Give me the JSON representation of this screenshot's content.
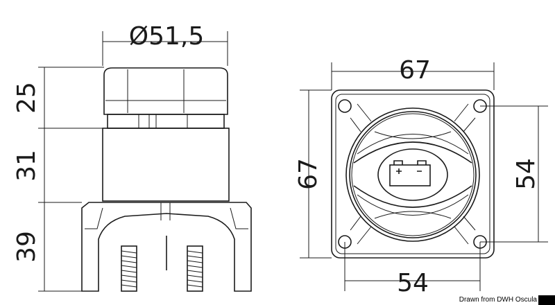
{
  "dimensions": {
    "diameter": "Ø51,5",
    "side_cap_height": "25",
    "side_body_height": "31",
    "side_base_height": "39",
    "front_width": "67",
    "front_height": "67",
    "hole_spacing_vertical": "54",
    "hole_spacing_horizontal": "54"
  },
  "credit": "Drawn from DWH Oscula",
  "icons": {
    "battery": "battery-icon"
  }
}
